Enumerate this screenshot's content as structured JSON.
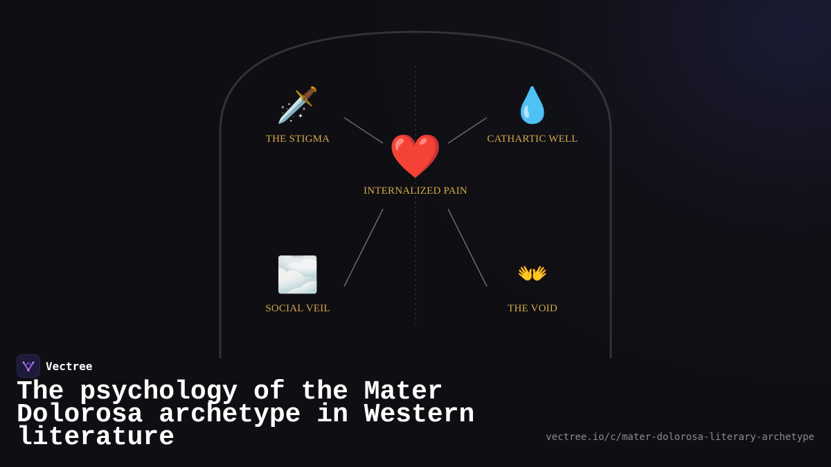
{
  "diagram": {
    "nodes": [
      {
        "id": "stigma",
        "icon": "🗡️",
        "icon_name": "dagger-icon",
        "label": "THE STIGMA"
      },
      {
        "id": "cathartic",
        "icon": "💧",
        "icon_name": "droplet-icon",
        "label": "CATHARTIC WELL"
      },
      {
        "id": "center",
        "icon": "❤️",
        "icon_name": "red-heart-icon",
        "label": "INTERNALIZED PAIN"
      },
      {
        "id": "veil",
        "icon": "🌫️",
        "icon_name": "fog-icon",
        "label": "SOCIAL VEIL"
      },
      {
        "id": "void",
        "icon": "👐",
        "icon_name": "open-hands-icon",
        "label": "THE VOID"
      }
    ],
    "edges": [
      [
        "stigma",
        "center"
      ],
      [
        "cathartic",
        "center"
      ],
      [
        "veil",
        "center"
      ],
      [
        "void",
        "center"
      ]
    ],
    "colors": {
      "label": "#d4a94a",
      "connector": "#6a6a70",
      "arch": "#333336",
      "background": "#0f0f13"
    }
  },
  "brand": {
    "name": "Vectree",
    "logo_icon": "vectree-logo-icon",
    "logo_color": "#a56cf0"
  },
  "title": "The psychology of the Mater Dolorosa archetype in Western literature",
  "url": "vectree.io/c/mater-dolorosa-literary-archetype"
}
